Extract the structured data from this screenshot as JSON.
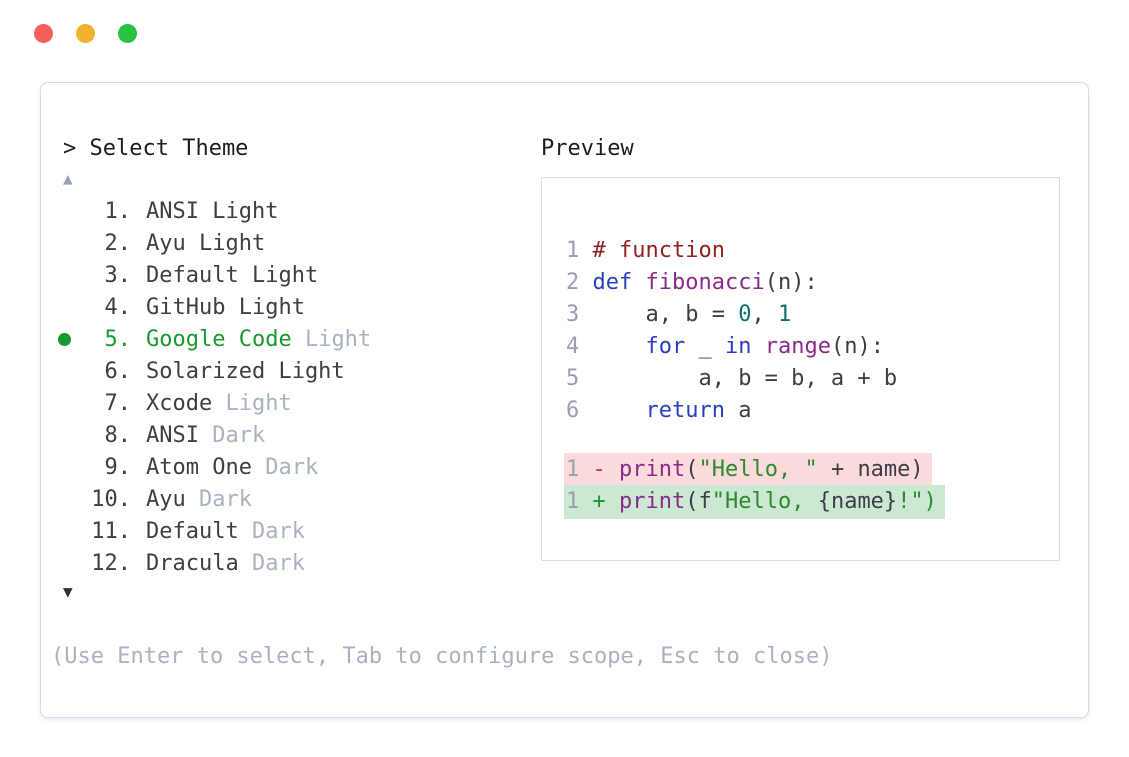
{
  "window": {
    "controls": [
      {
        "name": "close",
        "color": "#f3605a"
      },
      {
        "name": "minimize",
        "color": "#f2b12e"
      },
      {
        "name": "zoom",
        "color": "#27c240"
      }
    ]
  },
  "theme_selector": {
    "prompt_line": "> Select Theme",
    "scroll_up_icon": "▲",
    "scroll_down_icon": "▼",
    "selected_index": 5,
    "items": [
      {
        "num": "1.",
        "label_main": "ANSI Light",
        "label_dim": "",
        "selected": false
      },
      {
        "num": "2.",
        "label_main": "Ayu Light",
        "label_dim": "",
        "selected": false
      },
      {
        "num": "3.",
        "label_main": "Default Light",
        "label_dim": "",
        "selected": false
      },
      {
        "num": "4.",
        "label_main": "GitHub Light",
        "label_dim": "",
        "selected": false
      },
      {
        "num": "5.",
        "label_main": "Google Code",
        "label_dim": "Light",
        "selected": true
      },
      {
        "num": "6.",
        "label_main": "Solarized Light",
        "label_dim": "",
        "selected": false
      },
      {
        "num": "7.",
        "label_main": "Xcode",
        "label_dim": "Light",
        "selected": false
      },
      {
        "num": "8.",
        "label_main": "ANSI",
        "label_dim": "Dark",
        "selected": false
      },
      {
        "num": "9.",
        "label_main": "Atom One",
        "label_dim": "Dark",
        "selected": false
      },
      {
        "num": "10.",
        "label_main": "Ayu",
        "label_dim": "Dark",
        "selected": false
      },
      {
        "num": "11.",
        "label_main": "Default",
        "label_dim": "Dark",
        "selected": false
      },
      {
        "num": "12.",
        "label_main": "Dracula",
        "label_dim": "Dark",
        "selected": false
      }
    ],
    "help_text": "(Use Enter to select, Tab to configure scope, Esc to close)"
  },
  "preview": {
    "title": "Preview",
    "code_lines": [
      {
        "num": "1",
        "tokens": [
          {
            "t": "# function",
            "c": "comment"
          }
        ]
      },
      {
        "num": "2",
        "tokens": [
          {
            "t": "def",
            "c": "kw"
          },
          {
            "t": " ",
            "c": "plain"
          },
          {
            "t": "fibonacci",
            "c": "fn"
          },
          {
            "t": "(n):",
            "c": "plain"
          }
        ]
      },
      {
        "num": "3",
        "tokens": [
          {
            "t": "    a, b = ",
            "c": "plain"
          },
          {
            "t": "0",
            "c": "num"
          },
          {
            "t": ", ",
            "c": "plain"
          },
          {
            "t": "1",
            "c": "num"
          }
        ]
      },
      {
        "num": "4",
        "tokens": [
          {
            "t": "    ",
            "c": "plain"
          },
          {
            "t": "for",
            "c": "kw"
          },
          {
            "t": " _ ",
            "c": "plain"
          },
          {
            "t": "in",
            "c": "kw"
          },
          {
            "t": " ",
            "c": "plain"
          },
          {
            "t": "range",
            "c": "fn"
          },
          {
            "t": "(n):",
            "c": "plain"
          }
        ]
      },
      {
        "num": "5",
        "tokens": [
          {
            "t": "        a, b = b, a + b",
            "c": "plain"
          }
        ]
      },
      {
        "num": "6",
        "tokens": [
          {
            "t": "    ",
            "c": "plain"
          },
          {
            "t": "return",
            "c": "kw"
          },
          {
            "t": " a",
            "c": "plain"
          }
        ]
      }
    ],
    "diff_lines": [
      {
        "num": "1",
        "kind": "removed",
        "tokens": [
          {
            "t": "- ",
            "c": "del"
          },
          {
            "t": "print",
            "c": "fn"
          },
          {
            "t": "(",
            "c": "plain"
          },
          {
            "t": "\"Hello, \"",
            "c": "str"
          },
          {
            "t": " + name)",
            "c": "plain"
          }
        ]
      },
      {
        "num": "1",
        "kind": "added",
        "tokens": [
          {
            "t": "+ ",
            "c": "add"
          },
          {
            "t": "print",
            "c": "fn"
          },
          {
            "t": "(f",
            "c": "plain"
          },
          {
            "t": "\"Hello, ",
            "c": "str"
          },
          {
            "t": "{name}",
            "c": "plain"
          },
          {
            "t": "!\")",
            "c": "str"
          }
        ]
      }
    ]
  },
  "colors": {
    "accent_green": "#18992e",
    "dim_text": "#a8b2c0",
    "panel_border": "#d5d9e1",
    "removed_bg": "#fadada",
    "added_bg": "#cae8d2",
    "comment": "#8f2222",
    "keyword": "#2a3ebe",
    "function": "#8a2a8a",
    "number": "#126e6e",
    "string": "#2c8a2c",
    "diff_minus": "#c43930",
    "diff_plus": "#1e913c",
    "traffic_red": "#f3605a",
    "traffic_yellow": "#f2b12e",
    "traffic_green": "#27c240"
  }
}
